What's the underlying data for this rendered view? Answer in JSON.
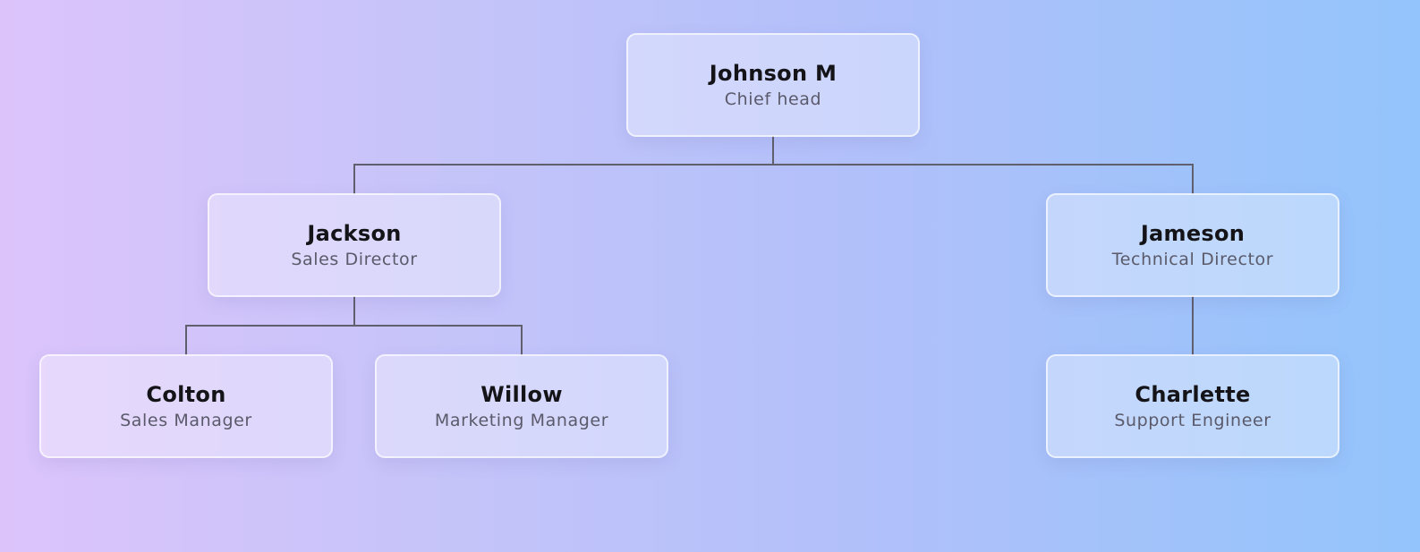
{
  "org_chart": {
    "nodes": [
      {
        "id": "johnson",
        "name": "Johnson M",
        "title": "Chief head",
        "parent": null
      },
      {
        "id": "jackson",
        "name": "Jackson",
        "title": "Sales Director",
        "parent": "johnson"
      },
      {
        "id": "jameson",
        "name": "Jameson",
        "title": "Technical Director",
        "parent": "johnson"
      },
      {
        "id": "colton",
        "name": "Colton",
        "title": "Sales Manager",
        "parent": "jackson"
      },
      {
        "id": "willow",
        "name": "Willow",
        "title": "Marketing Manager",
        "parent": "jackson"
      },
      {
        "id": "charlette",
        "name": "Charlette",
        "title": "Support Engineer",
        "parent": "jameson"
      }
    ]
  },
  "colors": {
    "background_left": "#dcc4fb",
    "background_right": "#93c4fb",
    "connector": "#5f5f6e",
    "name_text": "#141418",
    "title_text": "#5a5a6a"
  }
}
